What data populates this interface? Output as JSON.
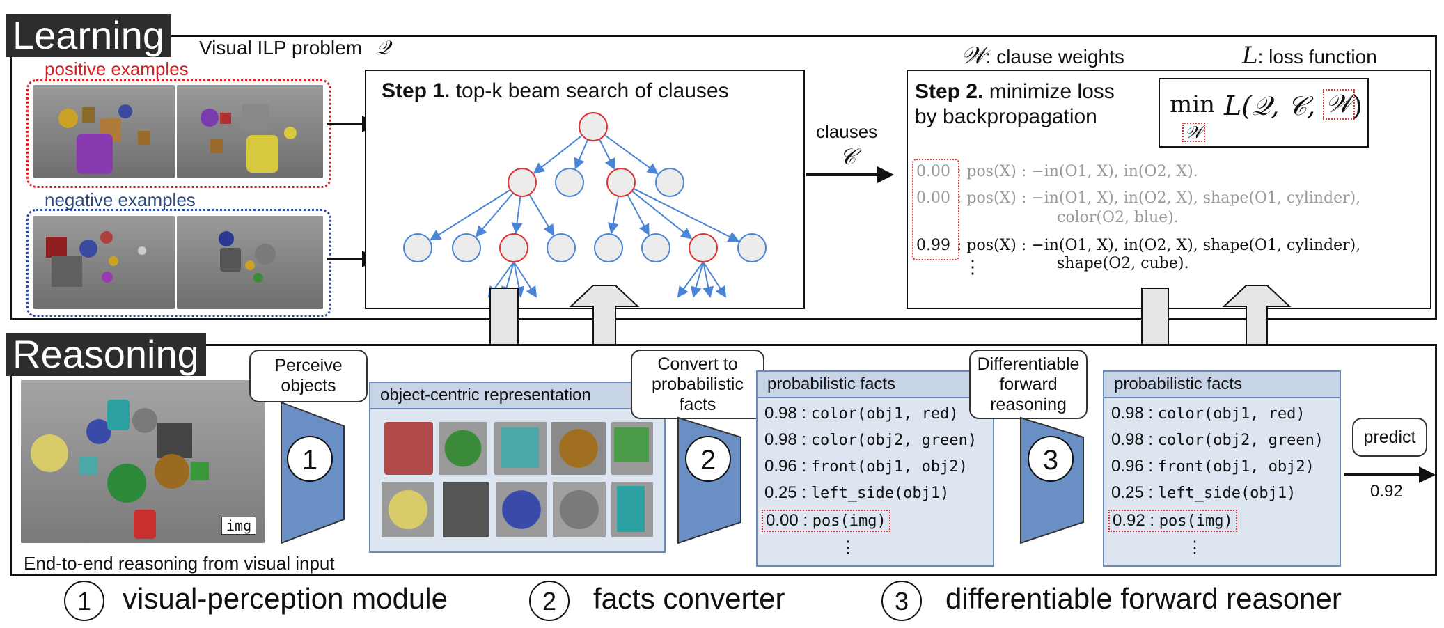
{
  "learning": {
    "tag": "Learning",
    "ilp_label": "Visual ILP problem",
    "ilp_symbol": "𝒬",
    "positive_label": "positive examples",
    "negative_label": "negative examples",
    "weights_symbol": "𝒲",
    "weights_label": ": clause weights",
    "loss_symbol": "L",
    "loss_label": ": loss function",
    "step1_bold": "Step 1.",
    "step1_text": "top-k beam search of clauses",
    "clauses_label": "clauses",
    "clauses_symbol": "𝒞",
    "step2_bold": "Step 2.",
    "step2_line1": "minimize loss",
    "step2_line2": "by backpropagation",
    "min_text": "min",
    "min_sub": "𝒲",
    "loss_expr": "L(𝒬, 𝒞, ",
    "loss_w": "𝒲",
    "loss_close": ")",
    "clauses": [
      {
        "weight": "0.00",
        "line1": ": pos(X) : −in(O1, X), in(O2, X).",
        "line2": ""
      },
      {
        "weight": "0.00",
        "line1": ": pos(X) : −in(O1, X), in(O2, X), shape(O1, cylinder),",
        "line2": "color(O2, blue)."
      },
      {
        "weight": "0.99",
        "line1": ": pos(X) : −in(O1, X), in(O2, X), shape(O1, cylinder),",
        "line2": "shape(O2, cube)."
      }
    ],
    "vdots": "⋮"
  },
  "reasoning": {
    "tag": "Reasoning",
    "perceive": "Perceive objects",
    "img_label": "img",
    "e2e_label": "End-to-end reasoning from visual input",
    "ocr_header": "object-centric representation",
    "convert": "Convert to probabilistic facts",
    "dfr": "Differentiable forward reasoning",
    "facts_header": "probabilistic facts",
    "facts_left": [
      {
        "p": "0.98",
        "atom": "color(obj1, red)"
      },
      {
        "p": "0.98",
        "atom": "color(obj2, green)"
      },
      {
        "p": "0.96",
        "atom": "front(obj1, obj2)"
      },
      {
        "p": "0.25",
        "atom": "left_side(obj1)"
      },
      {
        "p": "0.00",
        "atom": "pos(img)"
      }
    ],
    "facts_right": [
      {
        "p": "0.98",
        "atom": "color(obj1, red)"
      },
      {
        "p": "0.98",
        "atom": "color(obj2, green)"
      },
      {
        "p": "0.96",
        "atom": "front(obj1, obj2)"
      },
      {
        "p": "0.25",
        "atom": "left_side(obj1)"
      },
      {
        "p": "0.92",
        "atom": "pos(img)"
      }
    ],
    "vdots": "⋮",
    "predict": "predict",
    "predict_value": "0.92",
    "module_nums": [
      "1",
      "2",
      "3"
    ]
  },
  "legend": [
    {
      "num": "1",
      "text": "visual-perception module"
    },
    {
      "num": "2",
      "text": "facts converter"
    },
    {
      "num": "3",
      "text": "differentiable forward reasoner"
    }
  ],
  "colors": {
    "node_red": "#e03030",
    "node_fill": "#ececec",
    "edge_blue": "#4a86d8",
    "trapezoid": "#6a8fc4"
  }
}
